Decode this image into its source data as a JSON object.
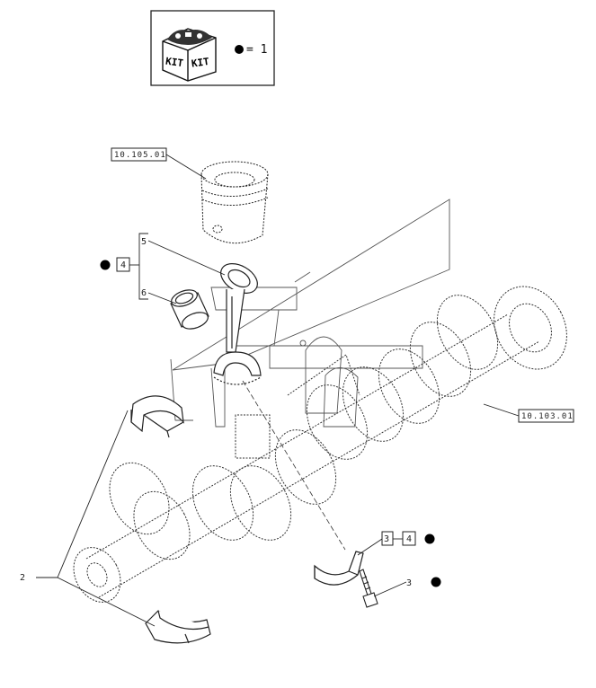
{
  "kit_legend": {
    "icon_lettering": [
      "KIT",
      "KIT"
    ],
    "symbol_value": "= 1"
  },
  "references": {
    "piston_ref": "10.105.01",
    "crankshaft_ref": "10.103.01"
  },
  "callouts": {
    "con_rod_top": "5",
    "con_rod_qty": "4",
    "bushing": "6",
    "main_bearing_shells": "2",
    "rod_cap_item": "3",
    "rod_cap_qty": "4",
    "bolt_item": "3"
  },
  "colors": {
    "line": "#222222",
    "watermark": "#555555",
    "kit_marker": "#000000"
  }
}
